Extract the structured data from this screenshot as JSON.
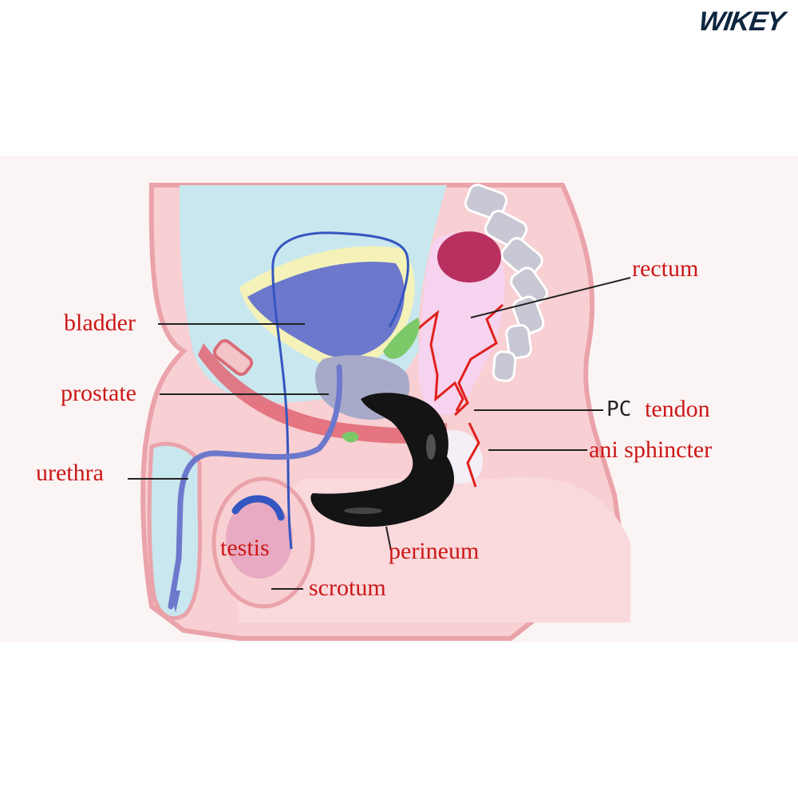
{
  "brand": {
    "logo_text": "WIKEY",
    "color": "#0d2640"
  },
  "colors": {
    "label_red": "#cc1717",
    "skin_pink": "#f8cfd2",
    "outline_pink": "#eaa3aa",
    "fluid_blue": "#c9e7ee",
    "bladder_blue": "#6c78cc",
    "rectum_pink": "#f6d3ee",
    "rectum_dark": "#b83060",
    "urethra_blue": "#3456c0",
    "device_black": "#141414",
    "spine_grey": "#c8c8d4",
    "muscle_green": "#7cc96a",
    "prostate_grey": "#a7a9c8"
  },
  "labels": {
    "bladder": "bladder",
    "prostate": "prostate",
    "urethra": "urethra",
    "rectum": "rectum",
    "pc": "PC",
    "tendon": "tendon",
    "ani_sphincter": "ani sphincter",
    "testis": "testis",
    "perineum": "perineum",
    "scrotum": "scrotum"
  }
}
